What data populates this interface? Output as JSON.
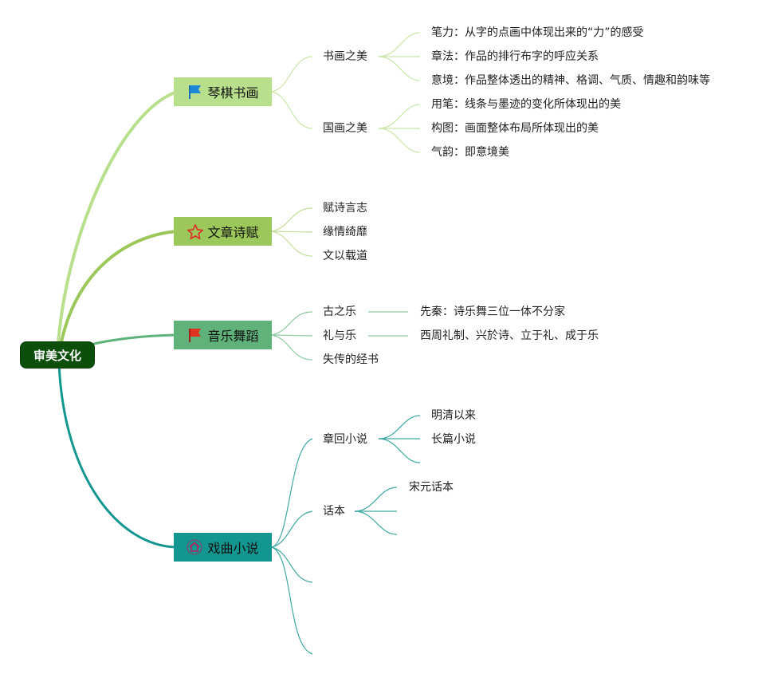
{
  "root": {
    "label": "审美文化"
  },
  "topics": [
    {
      "label": "琴棋书画",
      "icon": "blue-flag-icon",
      "color": "#b8e08c",
      "children": [
        {
          "label": "书画之美",
          "children": [
            "笔力：从字的点画中体现出来的“力”的感受",
            "章法：作品的排行布字的呼应关系",
            "意境：作品整体透出的精神、格调、气质、情趣和韵味等"
          ]
        },
        {
          "label": "国画之美",
          "children": [
            "用笔：线条与墨迹的变化所体现出的美",
            "构图：画面整体布局所体现出的美",
            "气韵：即意境美"
          ]
        }
      ]
    },
    {
      "label": "文章诗赋",
      "icon": "star-outline-icon",
      "color": "#9cc75a",
      "children": [
        {
          "label": "赋诗言志"
        },
        {
          "label": "缘情绮靡"
        },
        {
          "label": "文以载道"
        }
      ]
    },
    {
      "label": "音乐舞蹈",
      "icon": "red-flag-icon",
      "color": "#5fb27a",
      "children": [
        {
          "label": "古之乐",
          "children": [
            "先秦：诗乐舞三位一体不分家"
          ]
        },
        {
          "label": "礼与乐",
          "children": [
            "西周礼制、兴於诗、立于礼、成于乐"
          ]
        },
        {
          "label": "失传的经书"
        }
      ]
    },
    {
      "label": "戏曲小说",
      "icon": "house-icon",
      "color": "#12968f",
      "children": [
        {
          "label": "章回小说",
          "children": [
            "明清以来",
            "长篇小说",
            ""
          ]
        },
        {
          "label": "话本",
          "children": [
            "宋元话本",
            "",
            ""
          ]
        },
        {
          "label": ""
        },
        {
          "label": ""
        }
      ]
    }
  ]
}
